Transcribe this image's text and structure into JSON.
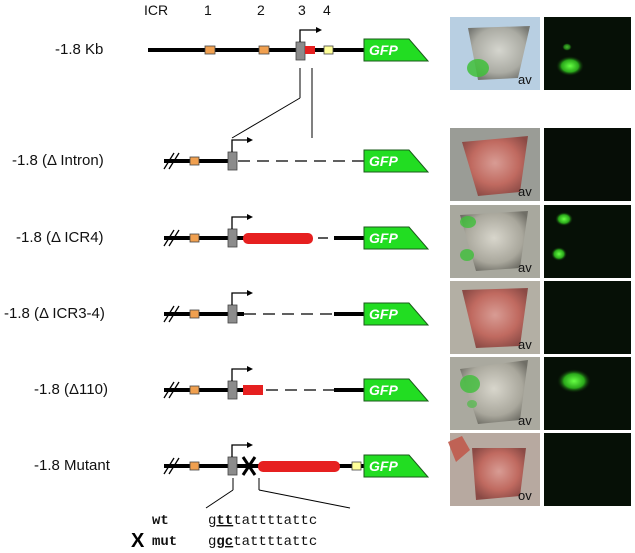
{
  "header": {
    "icr": "ICR",
    "n1": "1",
    "n2": "2",
    "n3": "3",
    "n4": "4"
  },
  "gfp_label": "GFP",
  "rows": [
    {
      "label": "-1.8 Kb",
      "view": "av"
    },
    {
      "label": "-1.8 (Δ Intron)",
      "view": "av"
    },
    {
      "label": "-1.8 (Δ ICR4)",
      "view": "av"
    },
    {
      "label": "-1.8 (Δ ICR3-4)",
      "view": "av"
    },
    {
      "label": "-1.8 (Δ110)",
      "view": "av"
    },
    {
      "label": "-1.8 Mutant",
      "view": "ov"
    }
  ],
  "sequence": {
    "wt_label": "wt",
    "wt_seq_pre": "g",
    "wt_seq_mut": "tt",
    "wt_seq_post": "tattttattc",
    "mut_marker": "X",
    "mut_label": "mut",
    "mut_seq_pre": "g",
    "mut_seq_mut": "gc",
    "mut_seq_post": "tattttattc"
  },
  "colors": {
    "icr_orange": "#f0a050",
    "icr_yellow": "#ffff99",
    "promoter_gray": "#8c8c8c",
    "intron_red": "#e62020",
    "gfp_green": "#22dd22"
  }
}
